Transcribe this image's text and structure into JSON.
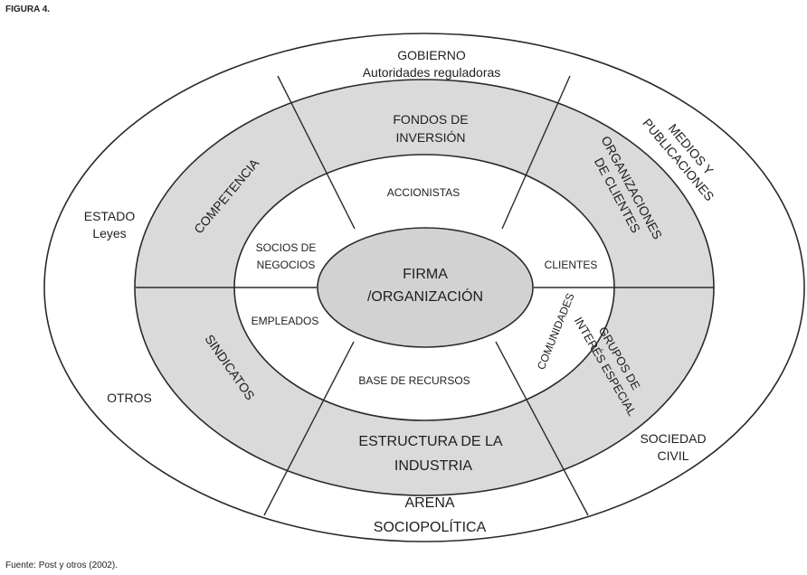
{
  "figure_label": "FIGURA 4.",
  "source": "Fuente: Post y otros (2002).",
  "center": {
    "line1": "FIRMA",
    "line2": "/ORGANIZACIÓN"
  },
  "primary": {
    "top": "ACCIONISTAS",
    "left_line1": "SOCIOS DE",
    "left_line2": "NEGOCIOS",
    "right": "CLIENTES",
    "lower_left": "EMPLEADOS",
    "lower_right": "COMUNIDADES",
    "bottom": "BASE DE RECURSOS"
  },
  "secondary": {
    "top_line1": "FONDOS DE",
    "top_line2": "INVERSIÓN",
    "left": "COMPETENCIA",
    "right_line1": "ORGANIZACIONES",
    "right_line2": "DE CLIENTES",
    "lower_left": "SINDICATOS",
    "lower_right_line1": "GRUPOS DE",
    "lower_right_line2": "INTERÉS ESPECIAL",
    "bottom_line1": "ESTRUCTURA DE LA",
    "bottom_line2": "INDUSTRIA"
  },
  "outer": {
    "top_line1": "GOBIERNO",
    "top_line2": "Autoridades reguladoras",
    "right_line1": "MEDIOS Y",
    "right_line2": "PUBLICACIONES",
    "left_line1": "ESTADO",
    "left_line2": "Leyes",
    "lower_left": "OTROS",
    "lower_right_line1": "SOCIEDAD",
    "lower_right_line2": "CIVIL",
    "bottom_line1": "ARENA",
    "bottom_line2": "SOCIOPOLÍTICA"
  }
}
